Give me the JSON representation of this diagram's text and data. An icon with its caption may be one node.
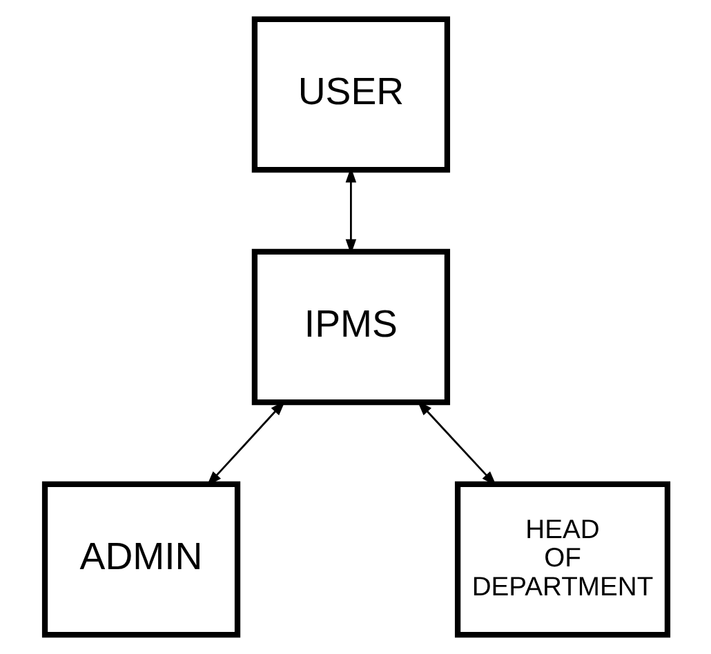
{
  "diagram": {
    "nodes": [
      {
        "text": [
          "USER"
        ]
      },
      {
        "text": [
          "IPMS"
        ]
      },
      {
        "text": [
          "ADMIN"
        ]
      },
      {
        "text": [
          "HEAD OF DEPARTMENT"
        ]
      }
    ],
    "edges": [
      {
        "from": 0,
        "to": 1,
        "arrow": "both"
      },
      {
        "from": 1,
        "to": 2,
        "arrow": "both"
      },
      {
        "from": 1,
        "to": 3,
        "arrow": "both"
      }
    ]
  }
}
